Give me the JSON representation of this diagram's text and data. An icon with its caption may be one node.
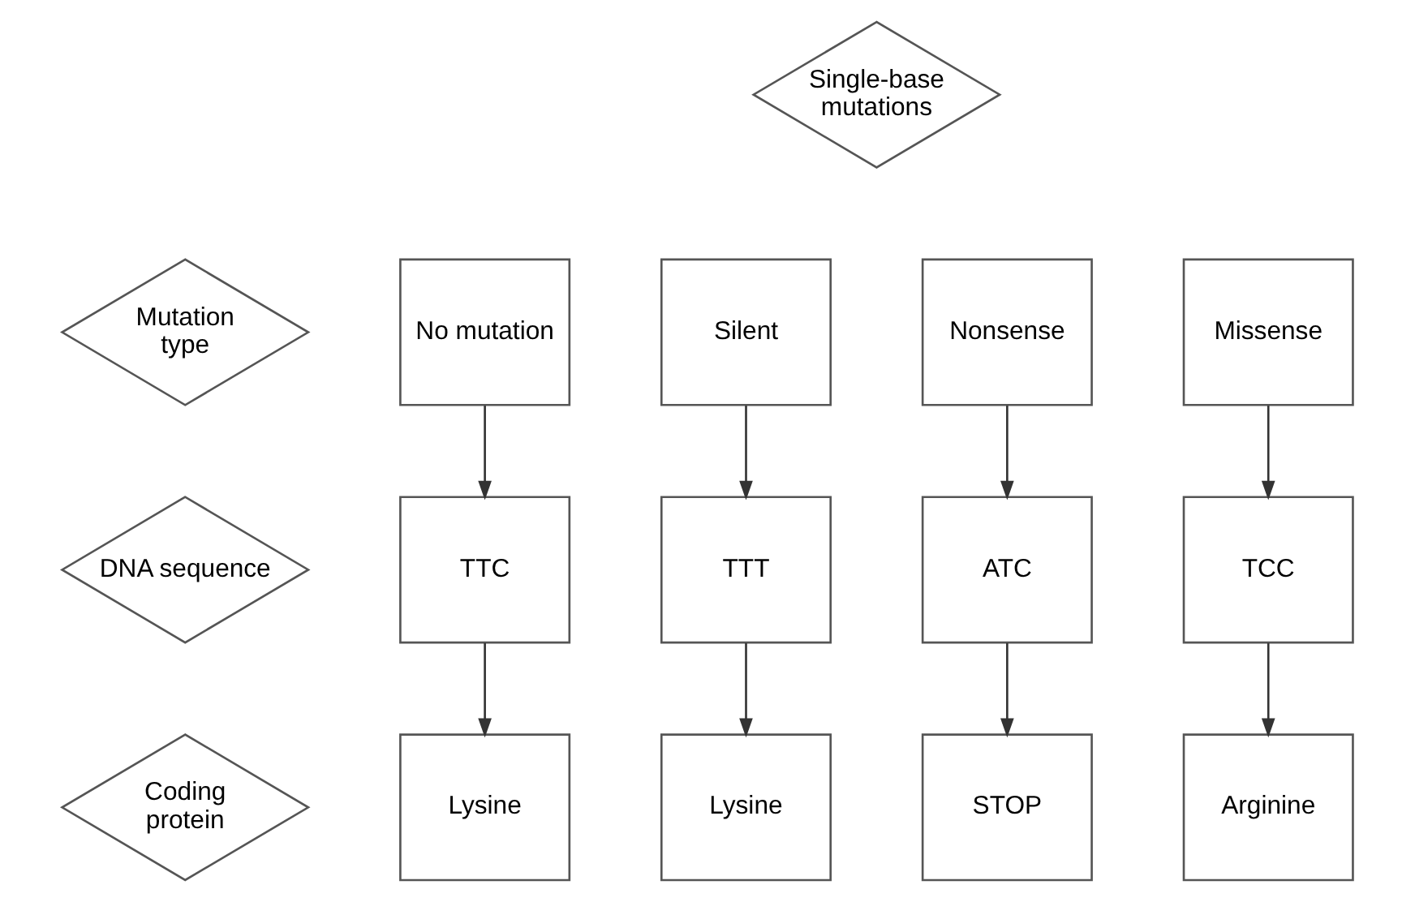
{
  "diagram": {
    "nodes": [
      {
        "text": [
          "Single-base mutations"
        ]
      },
      {
        "text": [
          "Mutation type"
        ]
      },
      {
        "text": [
          "No mutation"
        ]
      },
      {
        "text": [
          "Silent"
        ]
      },
      {
        "text": [
          "Nonsense"
        ]
      },
      {
        "text": [
          "Missense"
        ]
      },
      {
        "text": [
          "DNA sequence"
        ]
      },
      {
        "text": [
          "TTC"
        ]
      },
      {
        "text": [
          "TTT"
        ]
      },
      {
        "text": [
          "ATC"
        ]
      },
      {
        "text": [
          "TCC"
        ]
      },
      {
        "text": [
          "Coding protein"
        ]
      },
      {
        "text": [
          "Lysine"
        ]
      },
      {
        "text": [
          "Lysine"
        ]
      },
      {
        "text": [
          "STOP"
        ]
      },
      {
        "text": [
          "Arginine"
        ]
      }
    ],
    "edges": [
      {
        "from": 2,
        "to": 7,
        "arrow": "to"
      },
      {
        "from": 7,
        "to": 12,
        "arrow": "to"
      },
      {
        "from": 3,
        "to": 8,
        "arrow": "to"
      },
      {
        "from": 8,
        "to": 13,
        "arrow": "to"
      },
      {
        "from": 4,
        "to": 9,
        "arrow": "to"
      },
      {
        "from": 9,
        "to": 14,
        "arrow": "to"
      },
      {
        "from": 5,
        "to": 10,
        "arrow": "to"
      },
      {
        "from": 10,
        "to": 15,
        "arrow": "to"
      }
    ]
  }
}
